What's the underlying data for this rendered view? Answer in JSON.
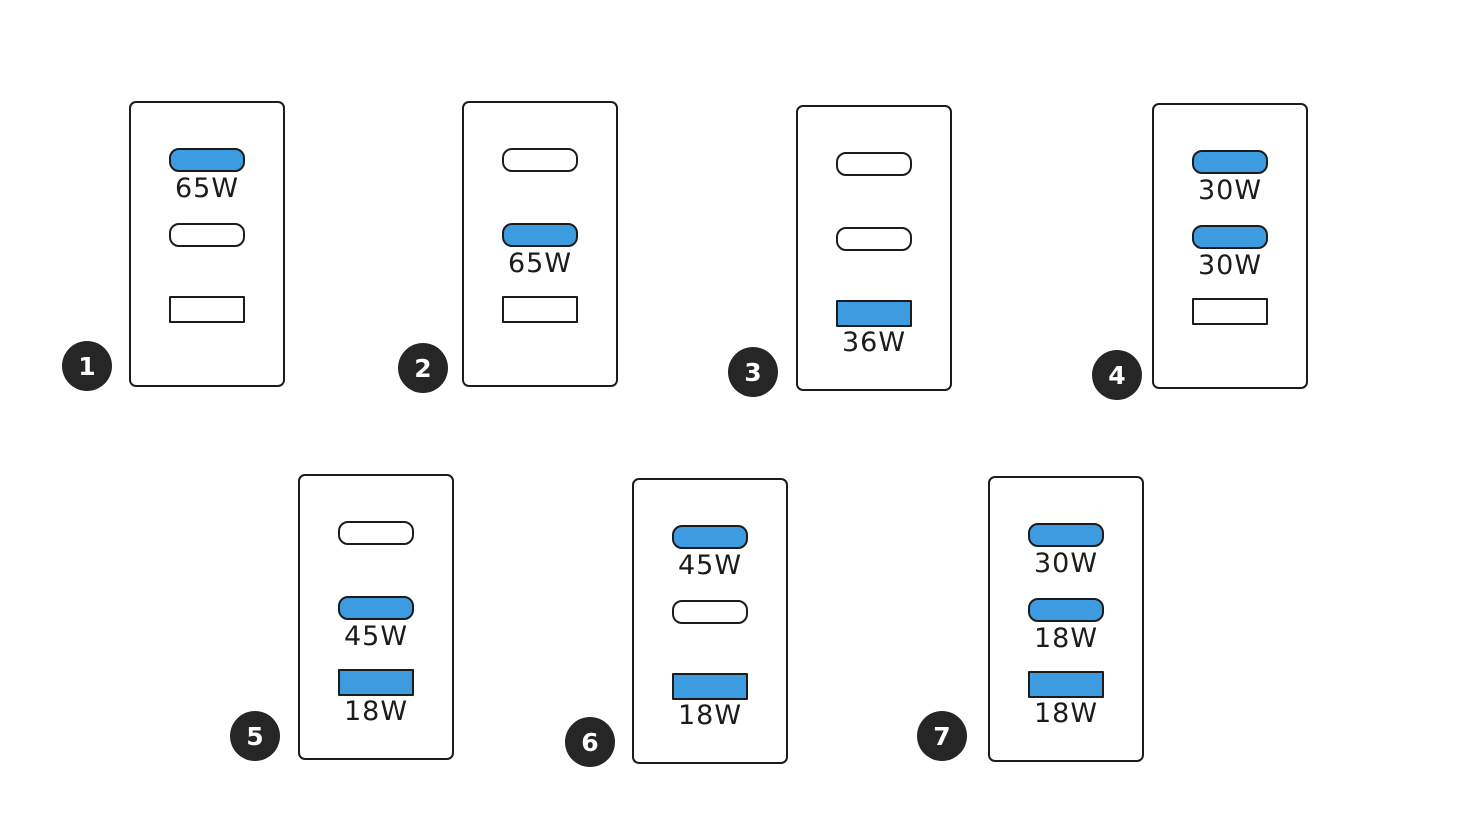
{
  "active_color": "#3d9be0",
  "outline_color": "#1c1c1c",
  "badge_color": "#262626",
  "configurations": [
    {
      "label": "1",
      "ports": [
        {
          "type": "usb-c",
          "active": true,
          "watt": "65W"
        },
        {
          "type": "usb-c",
          "active": false,
          "watt": ""
        },
        {
          "type": "usb-a",
          "active": false,
          "watt": ""
        }
      ]
    },
    {
      "label": "2",
      "ports": [
        {
          "type": "usb-c",
          "active": false,
          "watt": ""
        },
        {
          "type": "usb-c",
          "active": true,
          "watt": "65W"
        },
        {
          "type": "usb-a",
          "active": false,
          "watt": ""
        }
      ]
    },
    {
      "label": "3",
      "ports": [
        {
          "type": "usb-c",
          "active": false,
          "watt": ""
        },
        {
          "type": "usb-c",
          "active": false,
          "watt": ""
        },
        {
          "type": "usb-a",
          "active": true,
          "watt": "36W"
        }
      ]
    },
    {
      "label": "4",
      "ports": [
        {
          "type": "usb-c",
          "active": true,
          "watt": "30W"
        },
        {
          "type": "usb-c",
          "active": true,
          "watt": "30W"
        },
        {
          "type": "usb-a",
          "active": false,
          "watt": ""
        }
      ]
    },
    {
      "label": "5",
      "ports": [
        {
          "type": "usb-c",
          "active": false,
          "watt": ""
        },
        {
          "type": "usb-c",
          "active": true,
          "watt": "45W"
        },
        {
          "type": "usb-a",
          "active": true,
          "watt": "18W"
        }
      ]
    },
    {
      "label": "6",
      "ports": [
        {
          "type": "usb-c",
          "active": true,
          "watt": "45W"
        },
        {
          "type": "usb-c",
          "active": false,
          "watt": ""
        },
        {
          "type": "usb-a",
          "active": true,
          "watt": "18W"
        }
      ]
    },
    {
      "label": "7",
      "ports": [
        {
          "type": "usb-c",
          "active": true,
          "watt": "30W"
        },
        {
          "type": "usb-c",
          "active": true,
          "watt": "18W"
        },
        {
          "type": "usb-a",
          "active": true,
          "watt": "18W"
        }
      ]
    }
  ]
}
